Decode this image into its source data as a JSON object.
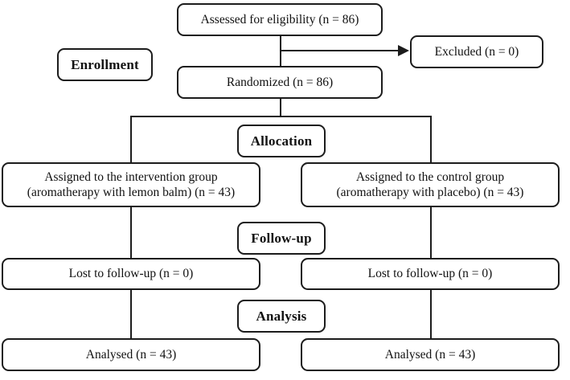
{
  "colors": {
    "border": "#1c1c1c",
    "background": "#ffffff",
    "text": "#111111"
  },
  "stages": {
    "enrollment_label": "Enrollment",
    "allocation_label": "Allocation",
    "followup_label": "Follow-up",
    "analysis_label": "Analysis"
  },
  "nodes": {
    "assessed": {
      "label": "Assessed for eligibility (n = 86)"
    },
    "excluded": {
      "label": "Excluded (n = 0)"
    },
    "randomized": {
      "label": "Randomized (n = 86)"
    },
    "intervention": {
      "label": "Assigned to the intervention group\n(aromatherapy with lemon balm) (n = 43)"
    },
    "control": {
      "label": "Assigned to the control group\n(aromatherapy with placebo) (n = 43)"
    },
    "lost_left": {
      "label": "Lost to follow-up (n = 0)"
    },
    "lost_right": {
      "label": "Lost to follow-up (n = 0)"
    },
    "analysed_left": {
      "label": "Analysed (n = 43)"
    },
    "analysed_right": {
      "label": "Analysed (n = 43)"
    }
  }
}
